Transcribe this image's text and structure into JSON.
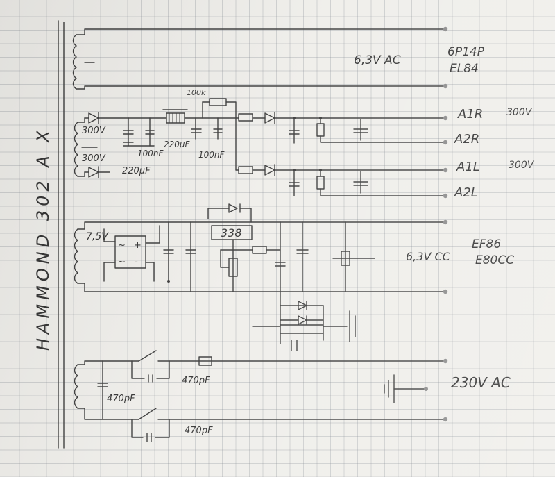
{
  "title": "HAMMOND 302 A X",
  "heater_6v3": {
    "voltage": "6,3V AC",
    "tube_a": "6P14P",
    "tube_b": "EL84"
  },
  "hv": {
    "tap_top": "300V",
    "tap_bottom": "300V",
    "c_input": "220µF",
    "c_mid": "100nF",
    "c_smooth": "220µF",
    "c_out": "100nF",
    "r_series": "100k",
    "out_a1r": "A1R",
    "out_a2r": "A2R",
    "out_a1l": "A1L",
    "out_a2l": "A2L",
    "v_a1r": "300V",
    "v_a1l": "300V"
  },
  "dc_heater": {
    "tap": "7,5V",
    "bridge_plus": "+",
    "bridge_minus": "-",
    "bridge_ac1": "~",
    "bridge_ac2": "~",
    "regulator": "338",
    "voltage": "6,3V CC",
    "tube_a": "EF86",
    "tube_b": "E80CC"
  },
  "mains": {
    "c_primary": "470pF",
    "c_switch_top": "470pF",
    "c_switch_bottom": "470pF",
    "voltage": "230V AC"
  }
}
